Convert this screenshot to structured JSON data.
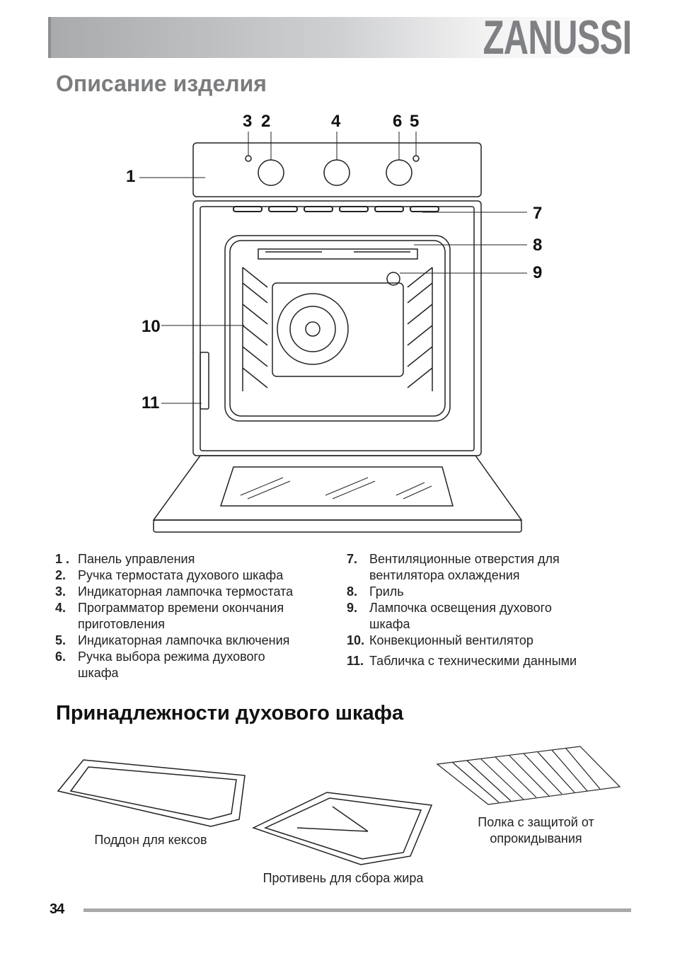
{
  "header": {
    "brand": "ZANUSSI"
  },
  "title": "Описание изделия",
  "callouts": [
    "1",
    "2",
    "3",
    "4",
    "5",
    "6",
    "7",
    "8",
    "9",
    "10",
    "11"
  ],
  "parts_left": [
    {
      "n": "1 .",
      "text": "Панель управления"
    },
    {
      "n": "2.",
      "text": "Ручка термостата духового шкафа"
    },
    {
      "n": "3.",
      "text": "Индикаторная лампочка термостата"
    },
    {
      "n": "4.",
      "text": "Программатор времени окончания приготовления"
    },
    {
      "n": "5.",
      "text": "Индикаторная лампочка включения"
    },
    {
      "n": "6.",
      "text": "Ручка выбора режима духового шкафа"
    }
  ],
  "parts_right": [
    {
      "n": "7.",
      "text": "Вентиляционные отверстия для вентилятора охлаждения"
    },
    {
      "n": "8.",
      "text": "Гриль"
    },
    {
      "n": "9.",
      "text": "Лампочка освещения духового шкафа"
    },
    {
      "n": "10.",
      "text": "Конвекционный вентилятор"
    },
    {
      "n": "11.",
      "text": "Табличка с техническими данными"
    }
  ],
  "accessories_title": "Принадлежности духового шкафа",
  "accessories": [
    "Поддон для кексов",
    "Противень для сбора жира",
    "Полка с защитой от опрокидывания"
  ],
  "footer": {
    "page": "34"
  }
}
